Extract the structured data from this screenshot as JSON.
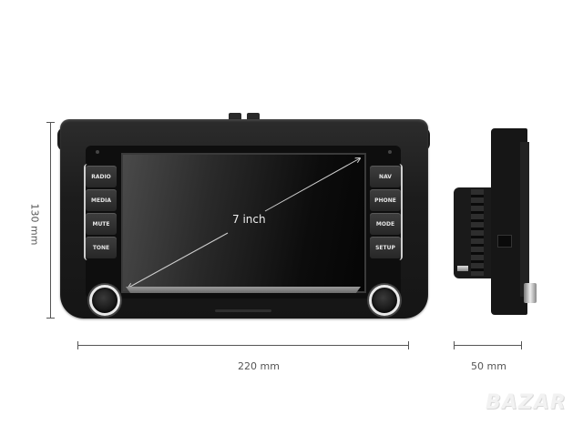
{
  "product": {
    "screen_size_label": "7 inch",
    "left_buttons": [
      "RADIO",
      "MEDIA",
      "MUTE",
      "TONE"
    ],
    "right_buttons": [
      "NAV",
      "PHONE",
      "MODE",
      "SETUP"
    ],
    "knobs": [
      "left-knob",
      "right-knob"
    ]
  },
  "dimensions": {
    "height_label": "130 mm",
    "width_label": "220 mm",
    "depth_label": "50 mm"
  },
  "watermark": {
    "text": "BAZAR"
  },
  "colors": {
    "background": "#ffffff",
    "unit_body": "#1c1c1c",
    "screen": "#0c0c0c",
    "dimension_line": "#555555",
    "button_text": "#e6e6e6"
  }
}
